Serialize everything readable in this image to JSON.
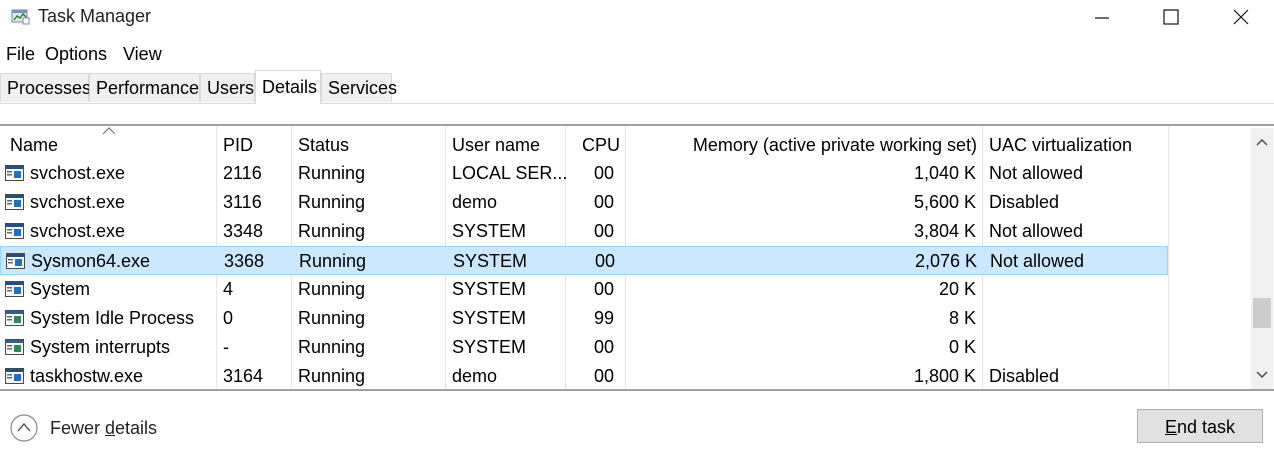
{
  "window": {
    "title": "Task Manager",
    "controls": [
      "minimize",
      "maximize",
      "close"
    ]
  },
  "menu": [
    "File",
    "Options",
    "View"
  ],
  "tabs": [
    {
      "label": "Processes",
      "active": false
    },
    {
      "label": "Performance",
      "active": false
    },
    {
      "label": "Users",
      "active": false
    },
    {
      "label": "Details",
      "active": true
    },
    {
      "label": "Services",
      "active": false
    }
  ],
  "columns": {
    "name": "Name",
    "pid": "PID",
    "status": "Status",
    "user": "User name",
    "cpu": "CPU",
    "memory": "Memory (active private working set)",
    "uac": "UAC virtualization",
    "sorted_by": "Name"
  },
  "rows": [
    {
      "name": "svchost.exe",
      "pid": "2116",
      "status": "Running",
      "user": "LOCAL SER...",
      "cpu": "00",
      "memory": "1,040 K",
      "uac": "Not allowed",
      "icon": "service-process-icon",
      "selected": false
    },
    {
      "name": "svchost.exe",
      "pid": "3116",
      "status": "Running",
      "user": "demo",
      "cpu": "00",
      "memory": "5,600 K",
      "uac": "Disabled",
      "icon": "service-process-icon",
      "selected": false
    },
    {
      "name": "svchost.exe",
      "pid": "3348",
      "status": "Running",
      "user": "SYSTEM",
      "cpu": "00",
      "memory": "3,804 K",
      "uac": "Not allowed",
      "icon": "service-process-icon",
      "selected": false
    },
    {
      "name": "Sysmon64.exe",
      "pid": "3368",
      "status": "Running",
      "user": "SYSTEM",
      "cpu": "00",
      "memory": "2,076 K",
      "uac": "Not allowed",
      "icon": "service-process-icon",
      "selected": true
    },
    {
      "name": "System",
      "pid": "4",
      "status": "Running",
      "user": "SYSTEM",
      "cpu": "00",
      "memory": "20 K",
      "uac": "",
      "icon": "service-process-icon",
      "selected": false
    },
    {
      "name": "System Idle Process",
      "pid": "0",
      "status": "Running",
      "user": "SYSTEM",
      "cpu": "99",
      "memory": "8 K",
      "uac": "",
      "icon": "system-process-icon",
      "selected": false
    },
    {
      "name": "System interrupts",
      "pid": "-",
      "status": "Running",
      "user": "SYSTEM",
      "cpu": "00",
      "memory": "0 K",
      "uac": "",
      "icon": "system-process-icon",
      "selected": false
    },
    {
      "name": "taskhostw.exe",
      "pid": "3164",
      "status": "Running",
      "user": "demo",
      "cpu": "00",
      "memory": "1,800 K",
      "uac": "Disabled",
      "icon": "service-process-icon",
      "selected": false
    }
  ],
  "footer": {
    "fewer_details": "Fewer details",
    "end_task": "End task"
  },
  "colors": {
    "selected_row": "#cce8ff",
    "selected_border": "#99d1ff",
    "scrollbar_track": "#f0f0f0",
    "button_bg": "#e1e1e1"
  }
}
